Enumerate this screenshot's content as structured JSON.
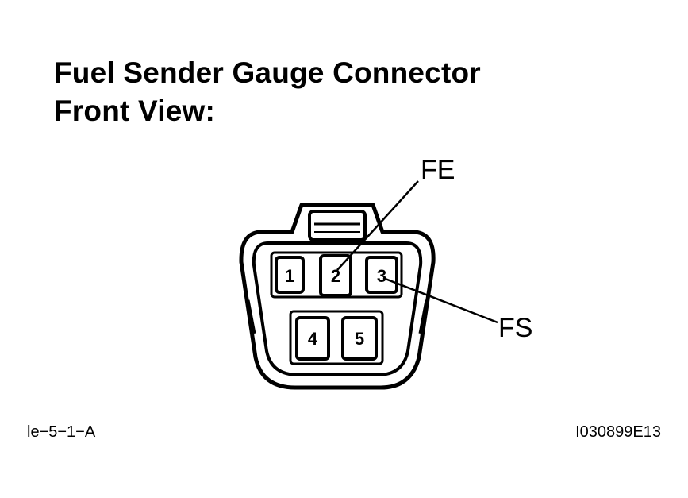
{
  "title": {
    "line1": "Fuel Sender Gauge Connector",
    "line2": "Front View:"
  },
  "callouts": {
    "fe": "FE",
    "fs": "FS"
  },
  "pins": {
    "p1": "1",
    "p2": "2",
    "p3": "3",
    "p4": "4",
    "p5": "5"
  },
  "footer": {
    "left_code": "le−5−1−A",
    "right_code": "I030899E13"
  }
}
